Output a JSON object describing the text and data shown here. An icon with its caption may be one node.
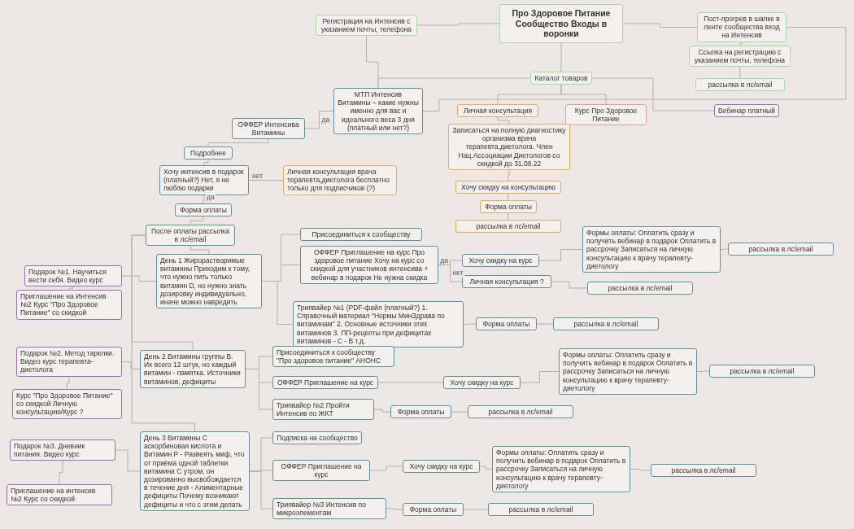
{
  "diagram": {
    "nodes": [
      {
        "text": [
          "Про Здоровое Питание Сообщество Входы в воронки"
        ]
      },
      {
        "text": [
          "Регистрация на Интенсив с указанием почты, телефона"
        ]
      },
      {
        "text": [
          "Пост-прогрев в шапке в ленте сообщества вход на Интенсив"
        ]
      },
      {
        "text": [
          "Ссылка на регистрацию с указанием почты, телефона"
        ]
      },
      {
        "text": [
          "рассылка в лс/email"
        ]
      },
      {
        "text": [
          "Каталог товаров"
        ]
      },
      {
        "text": [
          "МТП Интенсив Витамины – какие нужны именно для вас и идеального веса 3 дня (платный или нет?)"
        ]
      },
      {
        "text": [
          "Личная консультация"
        ]
      },
      {
        "text": [
          "Курс Про Здоровое Питание"
        ]
      },
      {
        "text": [
          "Вебинар платный"
        ]
      },
      {
        "text": [
          "ОФФЕР Интенсива Витамины"
        ]
      },
      {
        "text": [
          "Подробнее"
        ]
      },
      {
        "text": [
          "Хочу интенсив в подарок (платный?) Нет, я не люблю подарки"
        ]
      },
      {
        "text": [
          "Личная консультация врача терапевта,диетолога бесплатно только для подписчиков (?)"
        ]
      },
      {
        "text": [
          "Форма оплаты"
        ]
      },
      {
        "text": [
          "Записаться на полную диагностику организма врача терапевта,диетолога. Член Нац.Ассоциации Диетологов со скидкой до 31.08.22"
        ]
      },
      {
        "text": [
          "Хочу скидку на консультацию"
        ]
      },
      {
        "text": [
          "Форма оплаты"
        ]
      },
      {
        "text": [
          "рассылка в лс/email"
        ]
      },
      {
        "text": [
          "После оплаты рассылка в лс/email"
        ]
      },
      {
        "text": [
          "День 1 Жирорастворимые витамины Приходим к тому, что нужно пить только витамин D, но нужно знать дозировку индивидуально, иначе можно навредить"
        ]
      },
      {
        "text": [
          "Подарок №1. Научиться вести себя. Видео курс"
        ]
      },
      {
        "text": [
          "Приглашение на Интенсив №2 Курс \"Про Здоровое Питание\" со скидкой"
        ]
      },
      {
        "text": [
          "Присоединиться к сообществу"
        ]
      },
      {
        "text": [
          "ОФФЕР Приглашение на курс Про здоровое питание Хочу на курс со скидкой для участников интенсива + вебинар в подарок Не нужна скидка"
        ]
      },
      {
        "text": [
          "Хочу скидку на курс"
        ]
      },
      {
        "text": [
          "Личная консультация ?"
        ]
      },
      {
        "text": [
          "Формы оплаты: Оплатить сразу и получить вебинар в подарок Оплатить в рассрочку Записаться на личную консультацию к врачу терапевту-диетологу"
        ]
      },
      {
        "text": [
          "рассылка в лс/email"
        ]
      },
      {
        "text": [
          "рассылка в лс/email"
        ]
      },
      {
        "text": [
          "Трипвайер №1 (PDF-файл (платный?) 1. Справочный материал \"Нормы МинЗдрава по витаминам\" 2. Основные источники этих витаминов 3. ПП-рецепты при дефицитах витаминов - С - В т.д."
        ]
      },
      {
        "text": [
          "Форма оплаты"
        ]
      },
      {
        "text": [
          "рассылка в лс/email"
        ]
      },
      {
        "text": [
          "День 2 Витамины группы В. Их всего 12 штук, но каждый витамин - памятка. Источники витаминов, дефициты"
        ]
      },
      {
        "text": [
          "Подарок №2. Метод тарелки. Видео курс терапевта-диетолога"
        ]
      },
      {
        "text": [
          "Курс \"Про Здоровое Питание\" со скидкой Личную консультацию/Курс ?"
        ]
      },
      {
        "text": [
          "Присоединиться к сообществу \"Про здоровое питание\" АНОНС"
        ]
      },
      {
        "text": [
          "ОФФЕР Приглашение на курс"
        ]
      },
      {
        "text": [
          "Хочу скидку на курс"
        ]
      },
      {
        "text": [
          "Формы оплаты: Оплатить сразу и получить вебинар в подарок Оплатить в рассрочку Записаться на личную консультацию к врачу терапевту-диетологу"
        ]
      },
      {
        "text": [
          "рассылка в лс/email"
        ]
      },
      {
        "text": [
          "Трипвайер №2 Пройти Интенсив по ЖКТ"
        ]
      },
      {
        "text": [
          "Форма оплаты"
        ]
      },
      {
        "text": [
          "рассылка в лс/email"
        ]
      },
      {
        "text": [
          "День 3 Витамины С аскорбиновая кислота и Витамин Р - Развеять миф, что от приёма одной таблетки витамина С утром, он дозированно высвобождается в течение дня - Алиментарные дефициты Почему возникают дефициты и что с этим делать"
        ]
      },
      {
        "text": [
          "Подарок №3. Дневник питания. Видео курс"
        ]
      },
      {
        "text": [
          "Приглашение на интенсив №2 Курс со скидкой"
        ]
      },
      {
        "text": [
          "Подписка на сообщество"
        ]
      },
      {
        "text": [
          "ОФФЕР Приглашение на курс"
        ]
      },
      {
        "text": [
          "Хочу скидку на курс"
        ]
      },
      {
        "text": [
          "Формы оплаты: Оплатить сразу и получить вебинар в подарок Оплатить в рассрочку Записаться на личную консультацию к врачу терапевту-диетологу"
        ]
      },
      {
        "text": [
          "рассылка в лс/email"
        ]
      },
      {
        "text": [
          "Трипвайер №3 Интенсив по микроэлементам"
        ]
      },
      {
        "text": [
          "Форма оплаты"
        ]
      },
      {
        "text": [
          "рассылка в лс/email"
        ]
      }
    ],
    "edges": [
      {
        "from": 0,
        "to": 1,
        "arrow": "none"
      },
      {
        "from": 0,
        "to": 2,
        "arrow": "none"
      },
      {
        "from": 2,
        "to": 3,
        "arrow": "none"
      },
      {
        "from": 3,
        "to": 4,
        "arrow": "none"
      },
      {
        "from": 0,
        "to": 5,
        "arrow": "none"
      },
      {
        "from": 1,
        "to": 6,
        "arrow": "none"
      },
      {
        "from": 2,
        "to": 6,
        "arrow": "none"
      },
      {
        "from": 5,
        "to": 6,
        "arrow": "none"
      },
      {
        "from": 5,
        "to": 7,
        "arrow": "none"
      },
      {
        "from": 5,
        "to": 8,
        "arrow": "none"
      },
      {
        "from": 5,
        "to": 9,
        "arrow": "none"
      },
      {
        "from": 6,
        "to": 10,
        "arrow": "none",
        "label": "да"
      },
      {
        "from": 10,
        "to": 11,
        "arrow": "none"
      },
      {
        "from": 11,
        "to": 12,
        "arrow": "none"
      },
      {
        "from": 12,
        "to": 13,
        "arrow": "none",
        "label": "нет"
      },
      {
        "from": 12,
        "to": 14,
        "arrow": "none",
        "label": "да"
      },
      {
        "from": 7,
        "to": 15,
        "arrow": "none"
      },
      {
        "from": 15,
        "to": 16,
        "arrow": "none"
      },
      {
        "from": 16,
        "to": 17,
        "arrow": "none"
      },
      {
        "from": 17,
        "to": 18,
        "arrow": "none"
      },
      {
        "from": 14,
        "to": 19,
        "arrow": "none"
      },
      {
        "from": 19,
        "to": 20,
        "arrow": "none"
      },
      {
        "from": 20,
        "to": 21,
        "arrow": "none"
      },
      {
        "from": 21,
        "to": 22,
        "arrow": "none"
      },
      {
        "from": 20,
        "to": 23,
        "arrow": "none"
      },
      {
        "from": 20,
        "to": 24,
        "arrow": "none"
      },
      {
        "from": 24,
        "to": 25,
        "arrow": "none",
        "label": "да"
      },
      {
        "from": 24,
        "to": 26,
        "arrow": "none",
        "label": "нет"
      },
      {
        "from": 25,
        "to": 27,
        "arrow": "none"
      },
      {
        "from": 27,
        "to": 28,
        "arrow": "none"
      },
      {
        "from": 26,
        "to": 29,
        "arrow": "none"
      },
      {
        "from": 20,
        "to": 30,
        "arrow": "none"
      },
      {
        "from": 30,
        "to": 31,
        "arrow": "none"
      },
      {
        "from": 31,
        "to": 32,
        "arrow": "none"
      },
      {
        "from": 19,
        "to": 33,
        "arrow": "none"
      },
      {
        "from": 33,
        "to": 34,
        "arrow": "none"
      },
      {
        "from": 34,
        "to": 35,
        "arrow": "none"
      },
      {
        "from": 33,
        "to": 36,
        "arrow": "none"
      },
      {
        "from": 33,
        "to": 37,
        "arrow": "none"
      },
      {
        "from": 37,
        "to": 38,
        "arrow": "none"
      },
      {
        "from": 38,
        "to": 39,
        "arrow": "none"
      },
      {
        "from": 39,
        "to": 40,
        "arrow": "none"
      },
      {
        "from": 33,
        "to": 41,
        "arrow": "none"
      },
      {
        "from": 41,
        "to": 42,
        "arrow": "none"
      },
      {
        "from": 42,
        "to": 43,
        "arrow": "none"
      },
      {
        "from": 19,
        "to": 44,
        "arrow": "none"
      },
      {
        "from": 44,
        "to": 45,
        "arrow": "none"
      },
      {
        "from": 45,
        "to": 46,
        "arrow": "none"
      },
      {
        "from": 44,
        "to": 47,
        "arrow": "none"
      },
      {
        "from": 44,
        "to": 48,
        "arrow": "none"
      },
      {
        "from": 48,
        "to": 49,
        "arrow": "none"
      },
      {
        "from": 49,
        "to": 50,
        "arrow": "none"
      },
      {
        "from": 50,
        "to": 51,
        "arrow": "none"
      },
      {
        "from": 44,
        "to": 52,
        "arrow": "none"
      },
      {
        "from": 52,
        "to": 53,
        "arrow": "none"
      },
      {
        "from": 53,
        "to": 54,
        "arrow": "none"
      }
    ]
  }
}
